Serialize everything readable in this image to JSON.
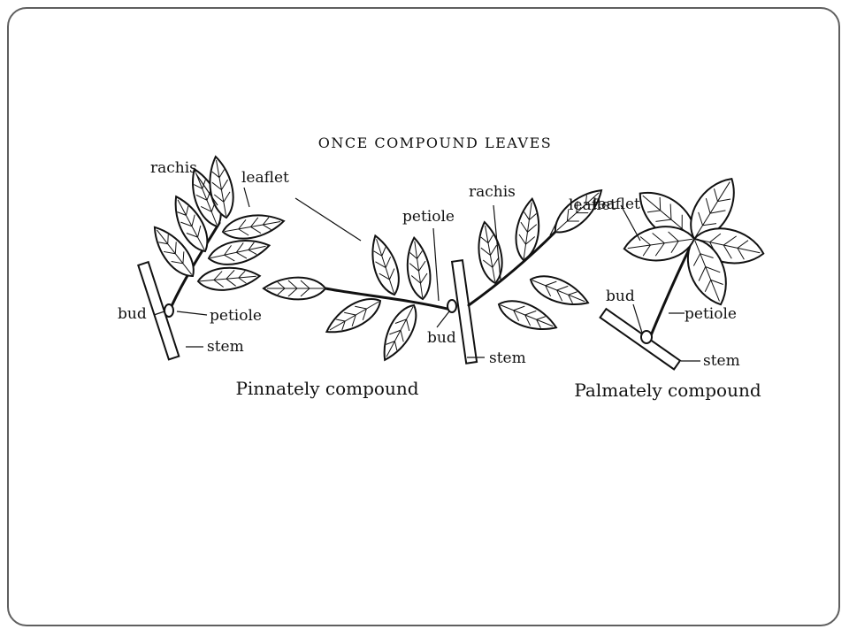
{
  "diagram": {
    "title": "ONCE COMPOUND LEAVES",
    "left": {
      "rachis": "rachis",
      "leaflet": "leaflet",
      "bud": "bud",
      "petiole": "petiole",
      "stem": "stem"
    },
    "middle": {
      "petiole": "petiole",
      "rachis": "rachis",
      "leaflet": "leaflet",
      "bud": "bud",
      "stem": "stem",
      "caption": "Pinnately compound"
    },
    "right": {
      "leaflet": "leaflet",
      "bud": "bud",
      "petiole": "petiole",
      "stem": "stem",
      "caption": "Palmately compound"
    }
  }
}
